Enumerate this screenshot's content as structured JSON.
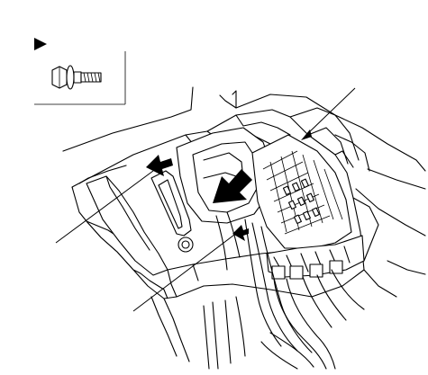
{
  "diagram": {
    "background": "#ffffff",
    "line_color": "#000000",
    "legend_symbol": "triangle-marker-icon",
    "legend_part": "flange-bolt-icon",
    "leaders": 3,
    "arrows": [
      "arrow-upper-left",
      "arrow-center-large",
      "arrow-lower"
    ]
  }
}
